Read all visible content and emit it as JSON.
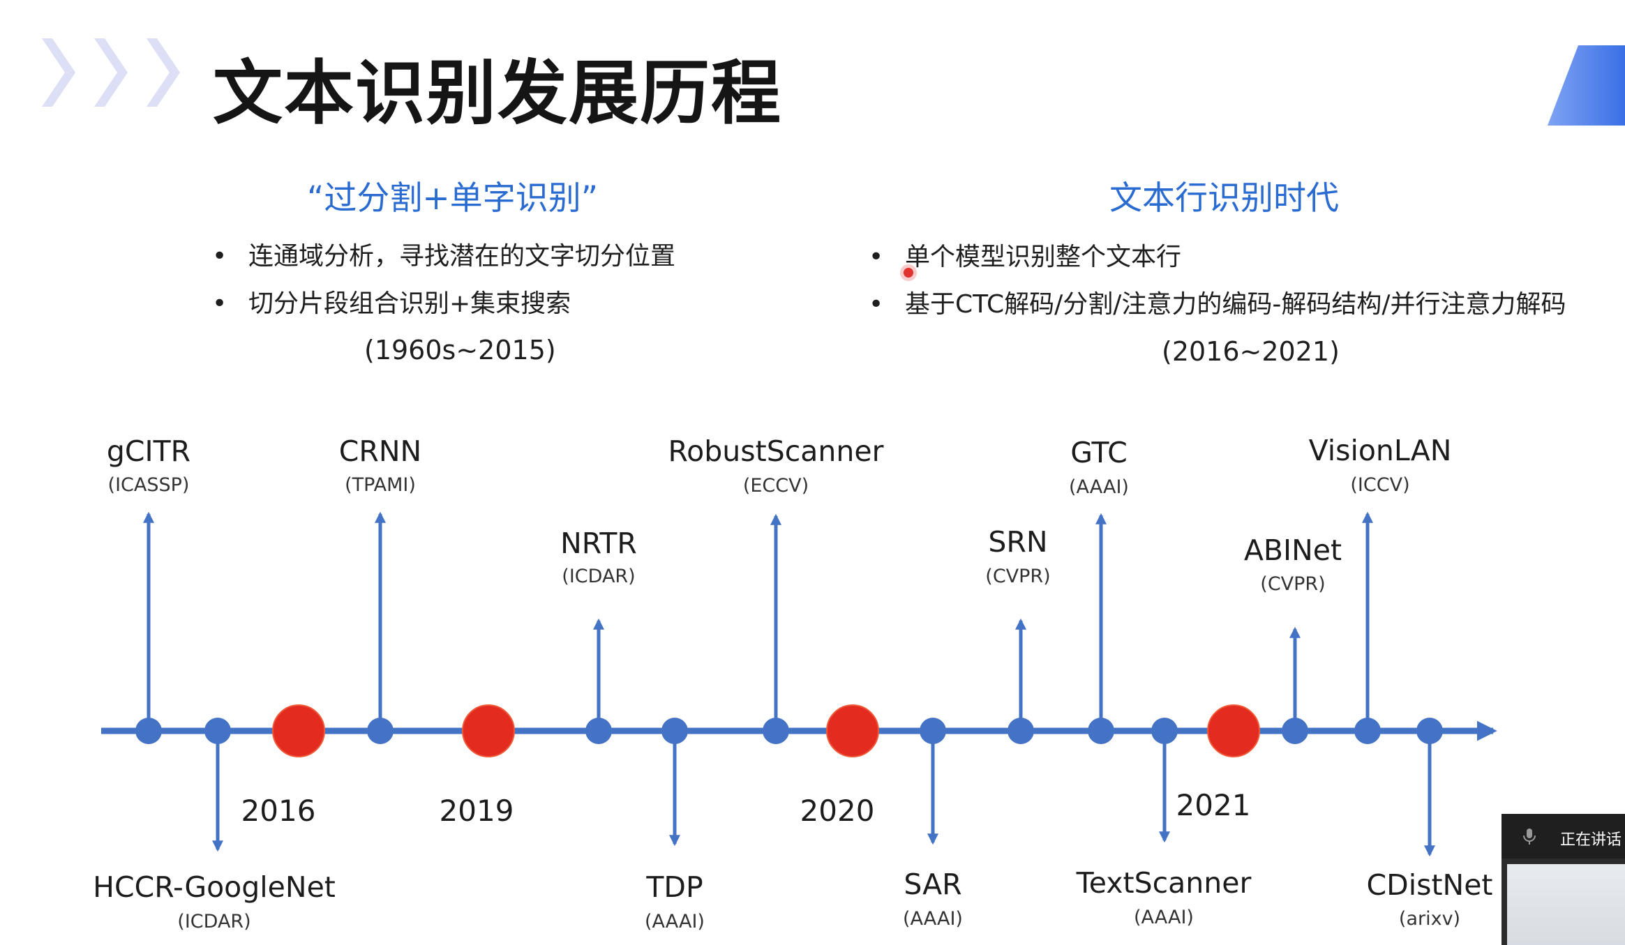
{
  "title": "文本识别发展历程",
  "colors": {
    "accent_blue": "#4472c4",
    "heading_blue": "#2a6bd1",
    "year_red": "#e32b1f",
    "chevron": "#dcdff5",
    "corner_band": "#3f73e6"
  },
  "left_column": {
    "heading": "“过分割+单字识别”",
    "bullets": [
      "连通域分析，寻找潜在的文字切分位置",
      "切分片段组合识别+集束搜索"
    ],
    "period": "(1960s~2015)"
  },
  "right_column": {
    "heading": "文本行识别时代",
    "bullets": [
      "单个模型识别整个文本行",
      "基于CTC解码/分割/注意力的编码-解码结构/并行注意力解码"
    ],
    "period": "(2016~2021)"
  },
  "timeline": {
    "years": [
      "2016",
      "2019",
      "2020",
      "2021"
    ],
    "events_above": [
      {
        "name": "gCITR",
        "venue": "(ICASSP)"
      },
      {
        "name": "CRNN",
        "venue": "(TPAMI)"
      },
      {
        "name": "NRTR",
        "venue": "(ICDAR)"
      },
      {
        "name": "RobustScanner",
        "venue": "(ECCV)"
      },
      {
        "name": "SRN",
        "venue": "(CVPR)"
      },
      {
        "name": "GTC",
        "venue": "(AAAI)"
      },
      {
        "name": "ABINet",
        "venue": "(CVPR)"
      },
      {
        "name": "VisionLAN",
        "venue": "(ICCV)"
      }
    ],
    "events_below": [
      {
        "name": "HCCR-GoogleNet",
        "venue": "(ICDAR)"
      },
      {
        "name": "TDP",
        "venue": "(AAAI)"
      },
      {
        "name": "SAR",
        "venue": "(AAAI)"
      },
      {
        "name": "TextScanner",
        "venue": "(AAAI)"
      },
      {
        "name": "CDistNet",
        "venue": "(arixv)"
      }
    ]
  },
  "meeting_widget": {
    "status_text": "正在讲话",
    "mic_icon": "microphone-icon"
  }
}
